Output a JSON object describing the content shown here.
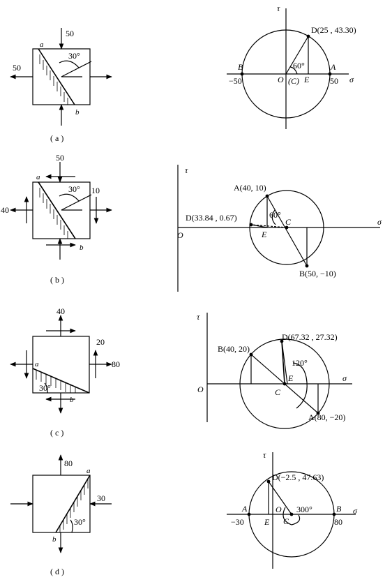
{
  "panels": {
    "a": {
      "caption": "( a )",
      "element": {
        "top": "50",
        "left": "50",
        "corner_a": "a",
        "corner_b": "b",
        "angle": "30°"
      },
      "circle": {
        "tau": "τ",
        "sigma": "σ",
        "D": "D(25 , 43.30)",
        "B": "B",
        "m50": "−50",
        "O": "O",
        "C": "(C)",
        "E": "E",
        "A": "A",
        "p50": "50",
        "angle": "60°"
      }
    },
    "b": {
      "caption": "( b )",
      "element": {
        "top": "50",
        "left": "40",
        "right": "10",
        "corner_a": "a",
        "corner_b": "b",
        "angle": "30°"
      },
      "circle": {
        "tau": "τ",
        "sigma": "σ",
        "A": "A(40, 10)",
        "D": "D(33.84 , 0.67)",
        "angle": "60°",
        "C": "C",
        "E": "E",
        "O": "O",
        "B": "B(50, −10)"
      }
    },
    "c": {
      "caption": "( c )",
      "element": {
        "top": "40",
        "right_top": "20",
        "right": "80",
        "corner_a": "a",
        "corner_b": "b",
        "angle": "30°"
      },
      "circle": {
        "tau": "τ",
        "sigma": "σ",
        "D": "D(67.32 , 27.32)",
        "B": "B(40, 20)",
        "angle": "120°",
        "E": "E",
        "O": "O",
        "C": "C",
        "A": "A(80, −20)"
      }
    },
    "d": {
      "caption": "( d )",
      "element": {
        "top": "80",
        "right": "30",
        "corner_a": "a",
        "corner_b": "b",
        "angle": "30°"
      },
      "circle": {
        "tau": "τ",
        "sigma": "σ",
        "D": "D(−2.5 , 47.63)",
        "A": "A",
        "m30": "−30",
        "E": "E",
        "O": "O",
        "C": "C",
        "angle": "300°",
        "B": "B",
        "p80": "80"
      }
    }
  },
  "colors": {
    "ink": "#000000",
    "paper": "#ffffff"
  }
}
